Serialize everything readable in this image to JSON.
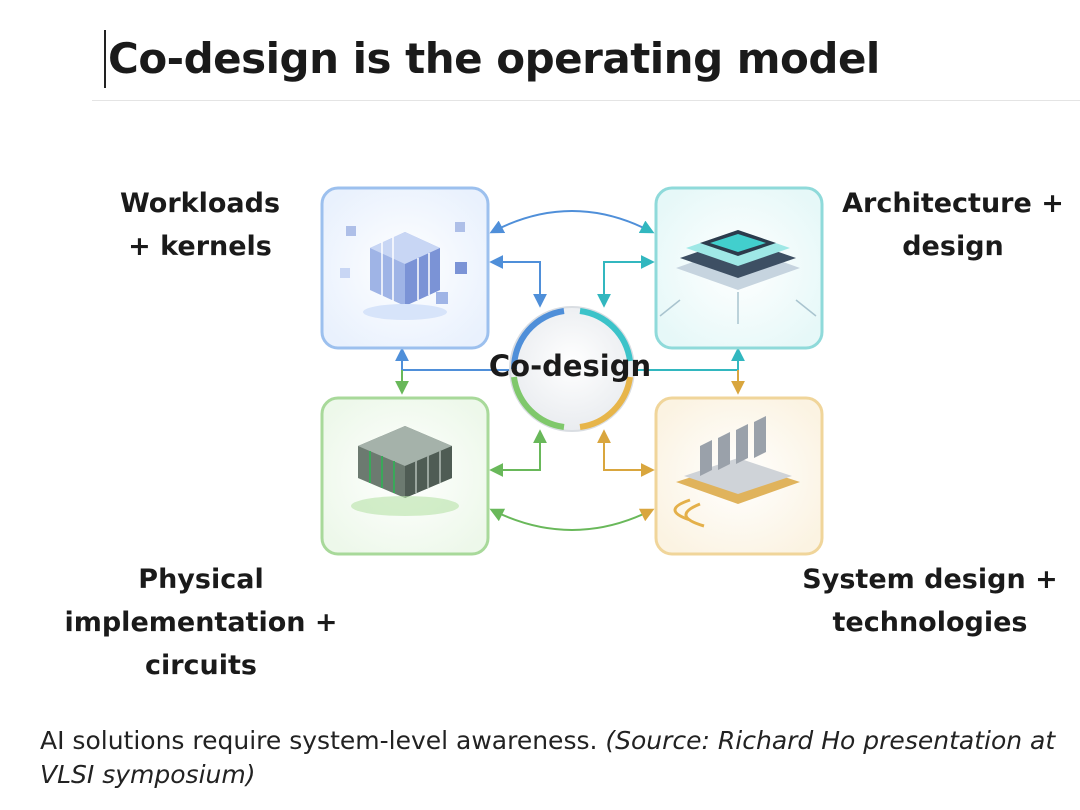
{
  "title": "Co-design is the operating model",
  "center": "Co-design",
  "quadrants": {
    "workloads": {
      "line1": "Workloads",
      "line2": "+ kernels",
      "icon": "cube-cluster-icon",
      "color": "#5b8fe0"
    },
    "architecture": {
      "line1": "Architecture +",
      "line2": "design",
      "icon": "chip-stack-icon",
      "color": "#3cc3c9"
    },
    "physical": {
      "line1": "Physical",
      "line2": "implementation +",
      "line3": "circuits",
      "icon": "block-array-icon",
      "color": "#7fc86b"
    },
    "system": {
      "line1": "System design +",
      "line2": "technologies",
      "icon": "heatsink-icon",
      "color": "#e7b54a"
    }
  },
  "caption": {
    "text": "AI solutions require system-level awareness.",
    "source": "(Source: Richard Ho presentation at VLSI symposium)"
  }
}
